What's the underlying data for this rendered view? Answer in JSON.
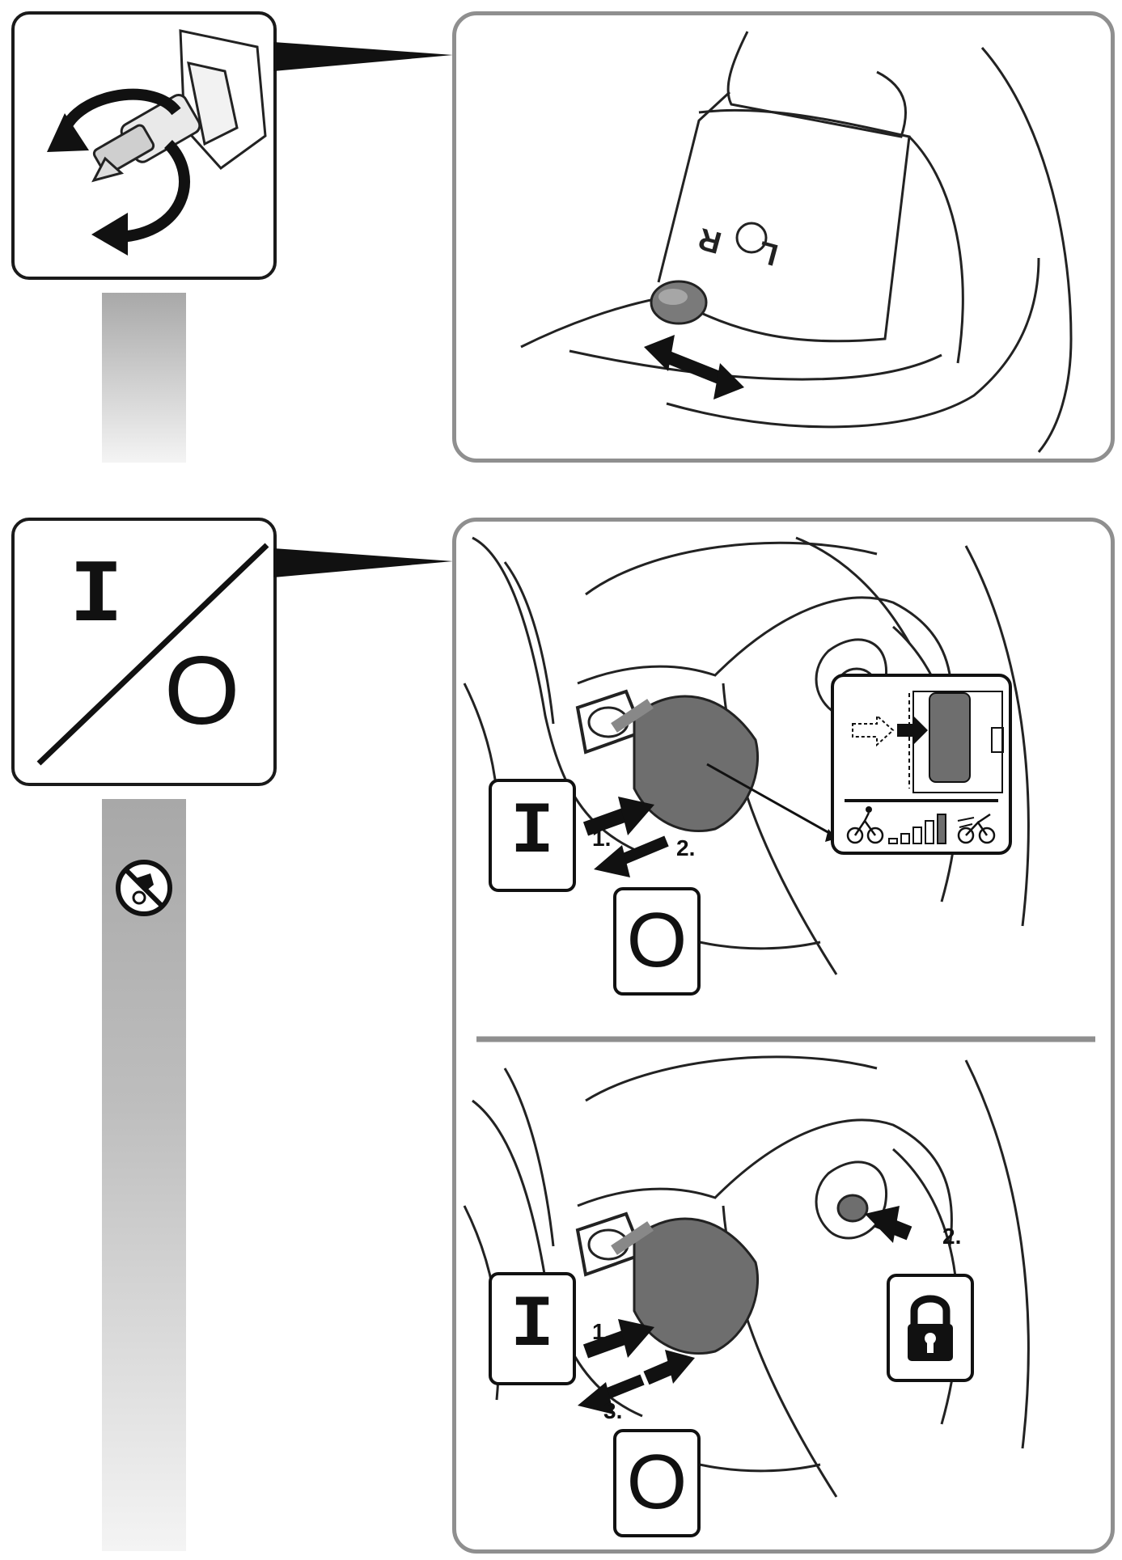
{
  "section_a": {
    "icon": "rotation-direction-icon",
    "panel_illustration": "direction-switch-illustration",
    "switch_markings": {
      "left": "L",
      "right": "R"
    }
  },
  "section_b": {
    "icon": "on-off-icon",
    "icon_symbols": {
      "on": "I",
      "off": "O"
    },
    "strip_icon": "no-continuous-operation-icon",
    "top_illustration": {
      "symbols": {
        "on": "I",
        "off": "O"
      },
      "steps": [
        "1.",
        "2."
      ],
      "inset": "speed-preselection-inset"
    },
    "bottom_illustration": {
      "symbols": {
        "on": "I",
        "off": "O",
        "lock": "lock-icon"
      },
      "steps": [
        "1.",
        "2.",
        "3."
      ]
    }
  },
  "colors": {
    "panel_border": "#8f8f8f",
    "strip_gray": "#a8a8a8",
    "ink": "#111111",
    "trigger_gray": "#6e6e6e"
  }
}
